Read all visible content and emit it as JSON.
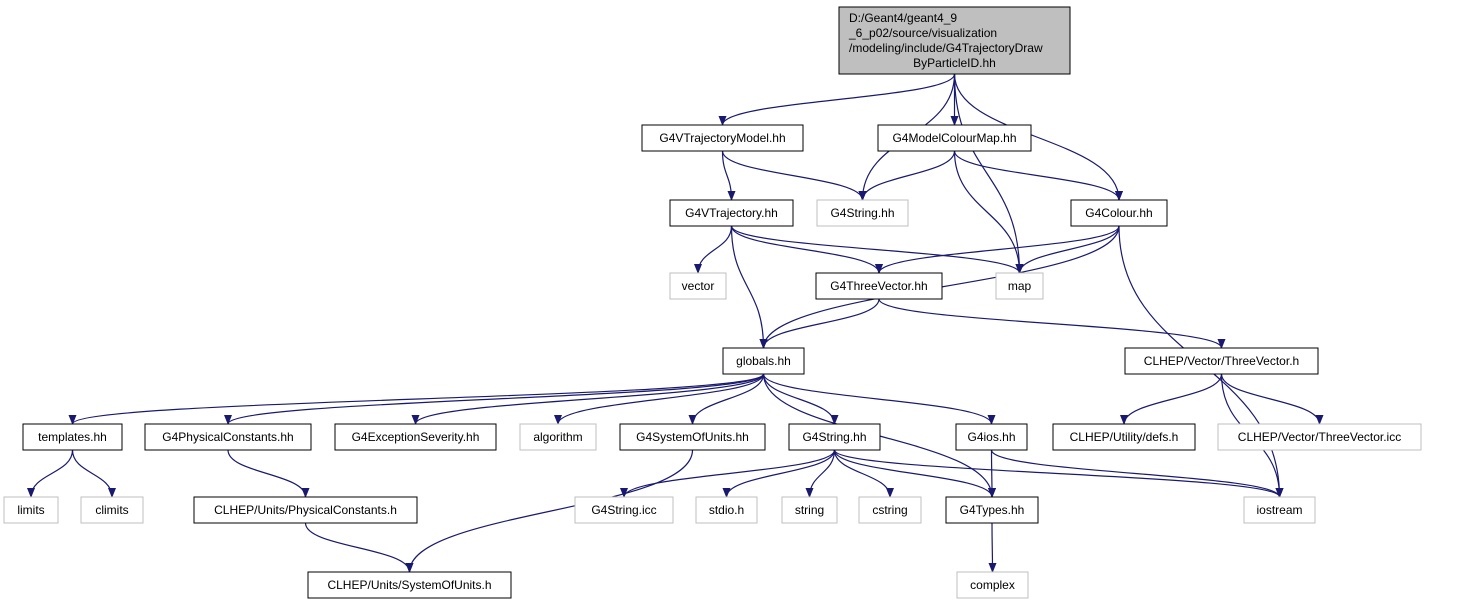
{
  "colors": {
    "edge": "#191970",
    "root_fill": "#bfbfbf",
    "node_border": "#000000",
    "missing_border": "#bfbfbf",
    "background": "#ffffff"
  },
  "nodes": [
    {
      "id": "root",
      "label": "D:/Geant4/geant4_9_6_p02/source/visualization/modeling/include/G4TrajectoryDrawByParticleID.hh",
      "lines": [
        "D:/Geant4/geant4_9",
        "_6_p02/source/visualization",
        "/modeling/include/G4TrajectoryDraw",
        "ByParticleID.hh"
      ],
      "kind": "root"
    },
    {
      "id": "g4vtrajmodel",
      "label": "G4VTrajectoryModel.hh",
      "kind": "file"
    },
    {
      "id": "g4modelcolourmap",
      "label": "G4ModelColourMap.hh",
      "kind": "file"
    },
    {
      "id": "g4string_top",
      "label": "G4String.hh",
      "kind": "missing"
    },
    {
      "id": "g4vtraj",
      "label": "G4VTrajectory.hh",
      "kind": "file"
    },
    {
      "id": "g4colour",
      "label": "G4Colour.hh",
      "kind": "file"
    },
    {
      "id": "vector",
      "label": "vector",
      "kind": "missing"
    },
    {
      "id": "g4threevector",
      "label": "G4ThreeVector.hh",
      "kind": "file"
    },
    {
      "id": "map",
      "label": "map",
      "kind": "missing"
    },
    {
      "id": "globals",
      "label": "globals.hh",
      "kind": "file"
    },
    {
      "id": "clhep_threevector",
      "label": "CLHEP/Vector/ThreeVector.h",
      "kind": "file"
    },
    {
      "id": "templates",
      "label": "templates.hh",
      "kind": "file"
    },
    {
      "id": "g4physconst",
      "label": "G4PhysicalConstants.hh",
      "kind": "file"
    },
    {
      "id": "g4excsev",
      "label": "G4ExceptionSeverity.hh",
      "kind": "file"
    },
    {
      "id": "algorithm",
      "label": "algorithm",
      "kind": "missing"
    },
    {
      "id": "g4sysunits",
      "label": "G4SystemOfUnits.hh",
      "kind": "file"
    },
    {
      "id": "g4string",
      "label": "G4String.hh",
      "kind": "file"
    },
    {
      "id": "g4ios",
      "label": "G4ios.hh",
      "kind": "file"
    },
    {
      "id": "clhep_defs",
      "label": "CLHEP/Utility/defs.h",
      "kind": "file"
    },
    {
      "id": "clhep_tv_icc",
      "label": "CLHEP/Vector/ThreeVector.icc",
      "kind": "missing"
    },
    {
      "id": "limits",
      "label": "limits",
      "kind": "missing"
    },
    {
      "id": "climits",
      "label": "climits",
      "kind": "missing"
    },
    {
      "id": "clhep_physconst",
      "label": "CLHEP/Units/PhysicalConstants.h",
      "kind": "file"
    },
    {
      "id": "g4string_icc",
      "label": "G4String.icc",
      "kind": "missing"
    },
    {
      "id": "stdio",
      "label": "stdio.h",
      "kind": "missing"
    },
    {
      "id": "string",
      "label": "string",
      "kind": "missing"
    },
    {
      "id": "cstring",
      "label": "cstring",
      "kind": "missing"
    },
    {
      "id": "g4types",
      "label": "G4Types.hh",
      "kind": "file"
    },
    {
      "id": "iostream",
      "label": "iostream",
      "kind": "missing"
    },
    {
      "id": "clhep_sysunits",
      "label": "CLHEP/Units/SystemOfUnits.h",
      "kind": "file"
    },
    {
      "id": "complex",
      "label": "complex",
      "kind": "missing"
    }
  ],
  "edges": [
    {
      "from": "root",
      "to": "g4vtrajmodel"
    },
    {
      "from": "root",
      "to": "g4string_top"
    },
    {
      "from": "root",
      "to": "g4modelcolourmap"
    },
    {
      "from": "root",
      "to": "map"
    },
    {
      "from": "root",
      "to": "g4colour"
    },
    {
      "from": "g4vtrajmodel",
      "to": "g4vtraj"
    },
    {
      "from": "g4vtrajmodel",
      "to": "g4string_top"
    },
    {
      "from": "g4modelcolourmap",
      "to": "g4string_top"
    },
    {
      "from": "g4modelcolourmap",
      "to": "map"
    },
    {
      "from": "g4modelcolourmap",
      "to": "g4colour"
    },
    {
      "from": "g4vtraj",
      "to": "vector"
    },
    {
      "from": "g4vtraj",
      "to": "g4threevector"
    },
    {
      "from": "g4vtraj",
      "to": "map"
    },
    {
      "from": "g4vtraj",
      "to": "globals"
    },
    {
      "from": "g4colour",
      "to": "g4threevector"
    },
    {
      "from": "g4colour",
      "to": "map"
    },
    {
      "from": "g4colour",
      "to": "globals"
    },
    {
      "from": "g4colour",
      "to": "iostream"
    },
    {
      "from": "g4threevector",
      "to": "globals"
    },
    {
      "from": "g4threevector",
      "to": "clhep_threevector"
    },
    {
      "from": "globals",
      "to": "templates"
    },
    {
      "from": "globals",
      "to": "g4physconst"
    },
    {
      "from": "globals",
      "to": "g4excsev"
    },
    {
      "from": "globals",
      "to": "algorithm"
    },
    {
      "from": "globals",
      "to": "g4sysunits"
    },
    {
      "from": "globals",
      "to": "g4string"
    },
    {
      "from": "globals",
      "to": "g4ios"
    },
    {
      "from": "globals",
      "to": "g4types"
    },
    {
      "from": "clhep_threevector",
      "to": "clhep_defs"
    },
    {
      "from": "clhep_threevector",
      "to": "clhep_tv_icc"
    },
    {
      "from": "clhep_threevector",
      "to": "iostream"
    },
    {
      "from": "templates",
      "to": "limits"
    },
    {
      "from": "templates",
      "to": "climits"
    },
    {
      "from": "g4physconst",
      "to": "clhep_physconst"
    },
    {
      "from": "clhep_physconst",
      "to": "clhep_sysunits"
    },
    {
      "from": "g4sysunits",
      "to": "clhep_sysunits"
    },
    {
      "from": "g4string",
      "to": "g4string_icc"
    },
    {
      "from": "g4string",
      "to": "stdio"
    },
    {
      "from": "g4string",
      "to": "string"
    },
    {
      "from": "g4string",
      "to": "cstring"
    },
    {
      "from": "g4string",
      "to": "g4types"
    },
    {
      "from": "g4string",
      "to": "iostream"
    },
    {
      "from": "g4ios",
      "to": "g4types"
    },
    {
      "from": "g4ios",
      "to": "iostream"
    },
    {
      "from": "g4types",
      "to": "complex"
    }
  ]
}
